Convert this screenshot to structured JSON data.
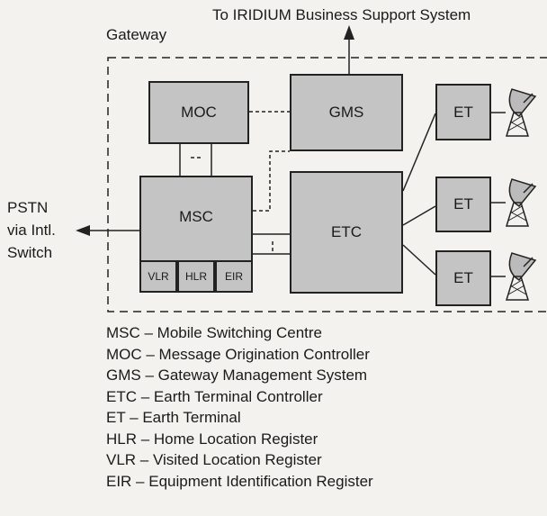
{
  "diagram": {
    "top_label": "To IRIDIUM Business Support System",
    "gateway_label": "Gateway",
    "pstn_label": [
      "PSTN",
      "via Intl.",
      "Switch"
    ],
    "boxes": {
      "moc": "MOC",
      "gms": "GMS",
      "msc": "MSC",
      "etc": "ETC",
      "vlr": "VLR",
      "hlr": "HLR",
      "eir": "EIR",
      "et1": "ET",
      "et2": "ET",
      "et3": "ET"
    },
    "legend": [
      "MSC – Mobile Switching Centre",
      "MOC – Message Origination Controller",
      "GMS – Gateway Management System",
      "ETC – Earth Terminal Controller",
      "ET – Earth Terminal",
      "HLR – Home Location Register",
      "VLR – Visited Location Register",
      "EIR – Equipment Identification Register"
    ],
    "colors": {
      "box_fill": "#c4c4c4",
      "line": "#222222",
      "background": "#f3f2ee"
    },
    "icons": [
      "satellite-dish-icon"
    ]
  }
}
